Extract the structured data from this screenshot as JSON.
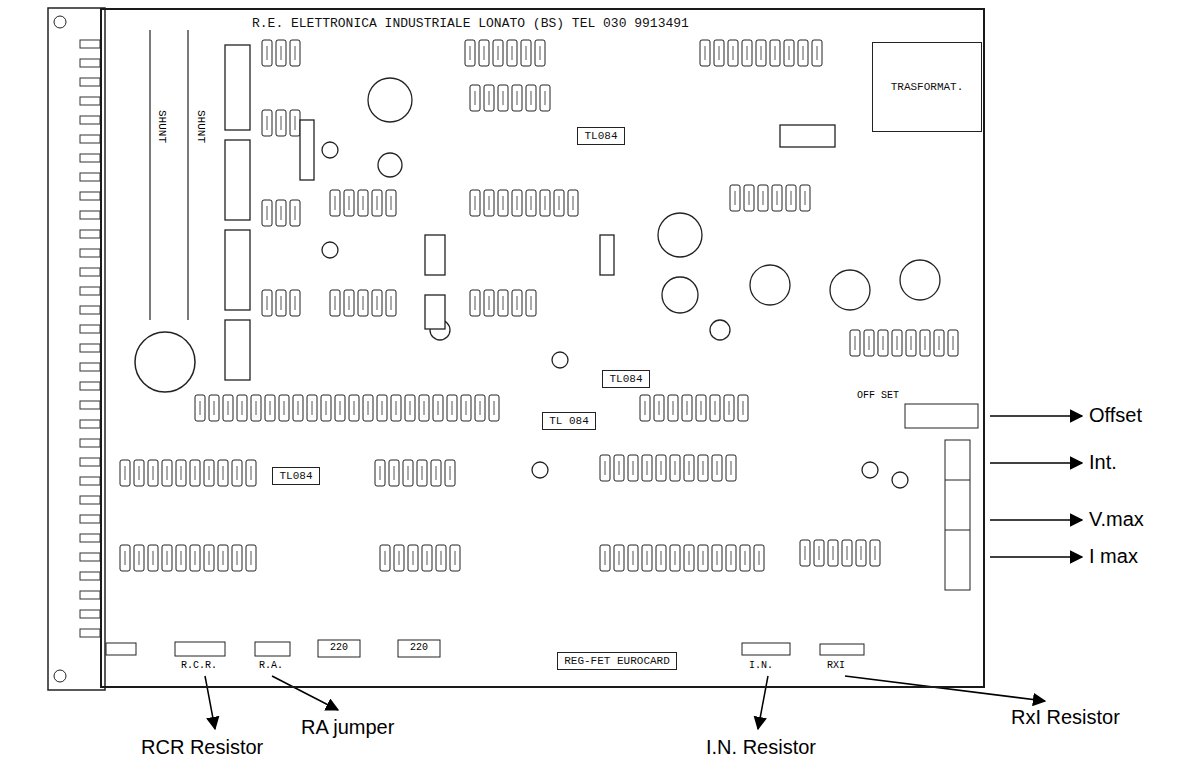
{
  "diagram": {
    "nodes": [
      {
        "text": [
          "R.E. ELETTRONICA INDUSTRIALE LONATO (BS) TEL 030 9913491"
        ]
      },
      {
        "text": [
          "TRASFORMAT."
        ],
        "in": 0
      },
      {
        "text": [
          "TL084"
        ],
        "in": 0
      },
      {
        "text": [
          "TL084"
        ],
        "in": 0
      },
      {
        "text": [
          "TL 084"
        ],
        "in": 0
      },
      {
        "text": [
          "TL084"
        ],
        "in": 0
      },
      {
        "text": [
          "REG-FET EUROCARD"
        ],
        "in": 0
      }
    ],
    "labels": [
      "SHUNT",
      "SHUNT",
      "OFF SET",
      "R.C.R.",
      "R.A.",
      "220",
      "220",
      "I.N.",
      "RXI",
      "Offset",
      "Int.",
      "V.max",
      "I max",
      "RCR Resistor",
      "RA jumper",
      "I.N. Resistor",
      "RxI Resistor"
    ]
  }
}
